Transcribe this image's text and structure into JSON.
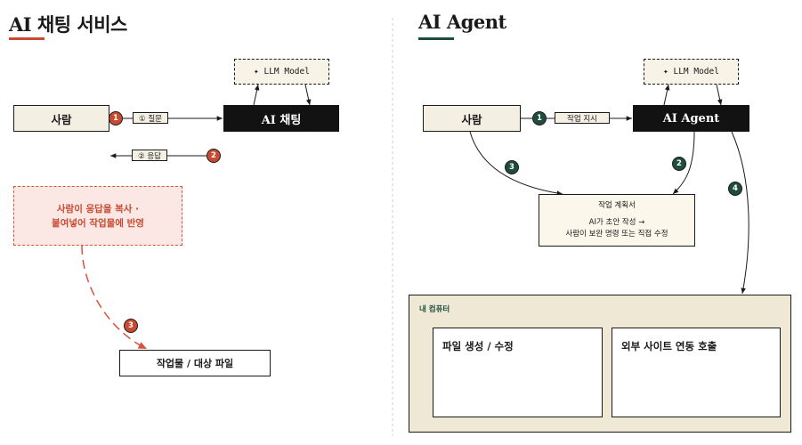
{
  "left": {
    "title": "AI 채팅 서비스",
    "accent": "#c94a32",
    "human": "사람",
    "chat": "AI 채팅",
    "llm": "✦ LLM Model",
    "question_label": "① 질문",
    "answer_label": "② 응답",
    "badges": [
      "1",
      "2",
      "3"
    ],
    "note_lines": [
      "사람이 응답을 복사 ·",
      "붙여넣어 작업물에 반영"
    ],
    "target": "작업물 / 대상 파일"
  },
  "right": {
    "title": "AI Agent",
    "accent": "#1f4d3c",
    "human": "사람",
    "agent": "AI Agent",
    "llm": "✦ LLM Model",
    "instruction_label": "작업 지시",
    "badges": [
      "1",
      "2",
      "3",
      "4"
    ],
    "plan_title": "작업 계획서",
    "plan_lines": [
      "AI가 초안 작성 →",
      "사람이 보완 명령 또는 직접 수정"
    ],
    "computer_label": "내 컴퓨터",
    "file_box": "파일 생성 / 수정",
    "api_box": "외부 사이트 연동 호출"
  }
}
